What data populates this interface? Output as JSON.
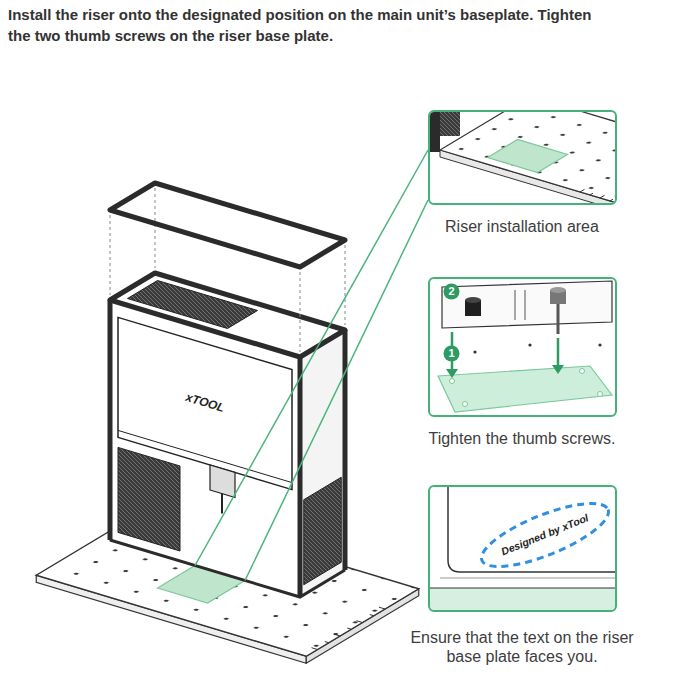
{
  "diagram": {
    "title": "Install the riser onto the designated position on the main unit’s baseplate. Tighten the two thumb screws on the riser base plate.",
    "nodes": [
      {
        "text": [
          "Riser installation area"
        ]
      },
      {
        "text": [
          "Tighten the thumb screws."
        ]
      },
      {
        "text": [
          "2"
        ],
        "in": 1
      },
      {
        "text": [
          "1"
        ],
        "in": 1
      },
      {
        "text": [
          "Ensure that the text on the riser base plate faces you."
        ]
      }
    ],
    "labels": [
      "xTOOL",
      "Designed by xTool"
    ]
  }
}
